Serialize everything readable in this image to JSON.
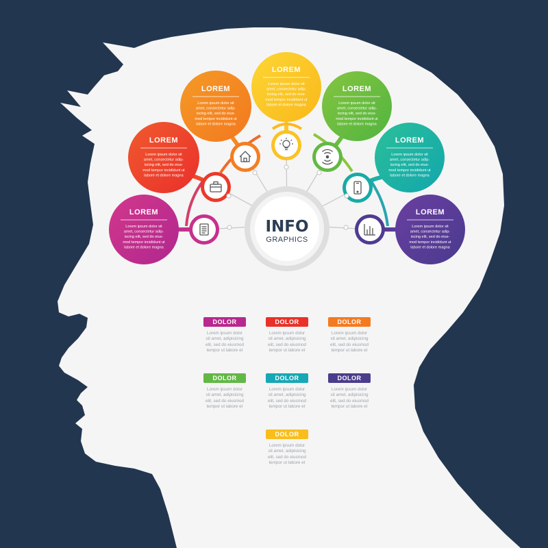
{
  "center": {
    "title": "INFO",
    "subtitle": "GRAPHICS"
  },
  "bubbles": [
    {
      "id": "magenta",
      "title": "LOREM",
      "color": "#b0268f",
      "color2": "#d2388b",
      "icon": "document-icon",
      "lines": [
        "Lorem ipsum dolor sit",
        "amet, consectetur adip-",
        "iscing elit, sed do eius-",
        "mod tempor incididunt ut",
        "labore et dolore magna"
      ]
    },
    {
      "id": "red",
      "title": "LOREM",
      "color": "#ea2f2c",
      "color2": "#f05a2d",
      "icon": "briefcase-icon",
      "lines": [
        "Lorem ipsum dolor sit",
        "amet, consectetur adip-",
        "iscing elit, sed do eius-",
        "mod tempor incididunt ut",
        "labore et dolore magna"
      ]
    },
    {
      "id": "orange",
      "title": "LOREM",
      "color": "#f3781f",
      "color2": "#f49a26",
      "icon": "home-icon",
      "lines": [
        "Lorem ipsum dolor sit",
        "amet, consectetur adip-",
        "iscing elit, sed do eius-",
        "mod tempor incididunt ut",
        "labore et dolore magna"
      ]
    },
    {
      "id": "yellow",
      "title": "LOREM",
      "color": "#f9b81a",
      "color2": "#fdd634",
      "icon": "lightbulb-icon",
      "lines": [
        "Lorem ipsum dolor sit",
        "amet, consectetur adip-",
        "iscing elit, sed do eius-",
        "mod tempor incididunt ut",
        "labore et dolore magna"
      ]
    },
    {
      "id": "green",
      "title": "LOREM",
      "color": "#52b43f",
      "color2": "#84c541",
      "icon": "wireless-icon",
      "lines": [
        "Lorem ipsum dolor sit",
        "amet, consectetur adip-",
        "iscing elit, sed do eius-",
        "mod tempor incididunt ut",
        "labore et dolore magna"
      ]
    },
    {
      "id": "teal",
      "title": "LOREM",
      "color": "#12a6ad",
      "color2": "#2bbf9a",
      "icon": "smartphone-icon",
      "lines": [
        "Lorem ipsum dolor sit",
        "amet, consectetur adip-",
        "iscing elit, sed do eius-",
        "mod tempor incididunt ut",
        "labore et dolore magna"
      ]
    },
    {
      "id": "purple",
      "title": "LOREM",
      "color": "#4a3a8f",
      "color2": "#6a3fa0",
      "icon": "bar-chart-icon",
      "lines": [
        "Lorem ipsum dolor sit",
        "amet, consectetur adip-",
        "iscing elit, sed do eius-",
        "mod tempor incididunt ut",
        "labore et dolore magna"
      ]
    }
  ],
  "legend": [
    {
      "label": "DOLOR",
      "color": "#b8288e",
      "lines": [
        "Lorem ipsum dolor",
        "sit amet, adipisicing",
        "elit, sed do eiusmod",
        "tempor ut labore et"
      ]
    },
    {
      "label": "DOLOR",
      "color": "#ea3129",
      "lines": [
        "Lorem ipsum dolor",
        "sit amet, adipisicing",
        "elit, sed do eiusmod",
        "tempor ut labore et"
      ]
    },
    {
      "label": "DOLOR",
      "color": "#f47a21",
      "lines": [
        "Lorem ipsum dolor",
        "sit amet, adipisicing",
        "elit, sed do eiusmod",
        "tempor ut labore et"
      ]
    },
    {
      "label": "DOLOR",
      "color": "#62b846",
      "lines": [
        "Lorem ipsum dolor",
        "sit amet, adipisicing",
        "elit, sed do eiusmod",
        "tempor ut labore et"
      ]
    },
    {
      "label": "DOLOR",
      "color": "#17a8b5",
      "lines": [
        "Lorem ipsum dolor",
        "sit amet, adipisicing",
        "elit, sed do eiusmod",
        "tempor ut labore et"
      ]
    },
    {
      "label": "DOLOR",
      "color": "#4b3d8c",
      "lines": [
        "Lorem ipsum dolor",
        "sit amet, adipisicing",
        "elit, sed do eiusmod",
        "tempor ut labore et"
      ]
    },
    {
      "label": "DOLOR",
      "color": "#f9be1c",
      "lines": [
        "Lorem ipsum dolor",
        "sit amet, adipisicing",
        "elit, sed do eiusmod",
        "tempor ut labore et"
      ]
    }
  ],
  "colors": {
    "background": "#233650",
    "head": "#f5f5f5",
    "ring": "#dcdcdc"
  }
}
